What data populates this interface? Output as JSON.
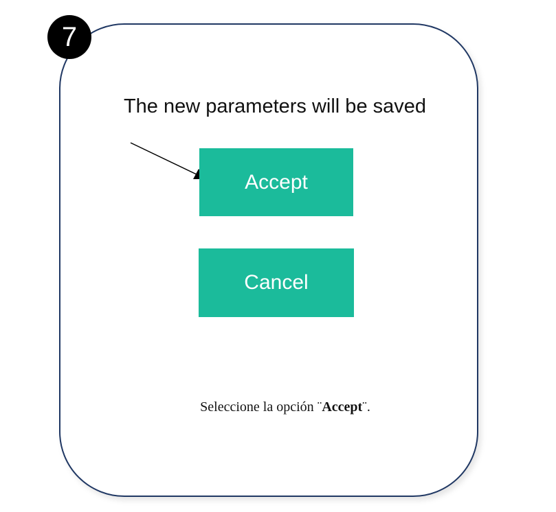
{
  "step": {
    "number": "7"
  },
  "dialog": {
    "message": "The new parameters will be saved",
    "accept_label": "Accept",
    "cancel_label": "Cancel",
    "button_color": "#1bbb9b",
    "border_color": "#1f3763"
  },
  "instruction": {
    "prefix": "Seleccione la opción ",
    "open_quote": "¨",
    "highlight": "Accept",
    "close_quote": "¨",
    "suffix": "."
  },
  "icons": {
    "pointer": "arrow-pointer-icon"
  }
}
